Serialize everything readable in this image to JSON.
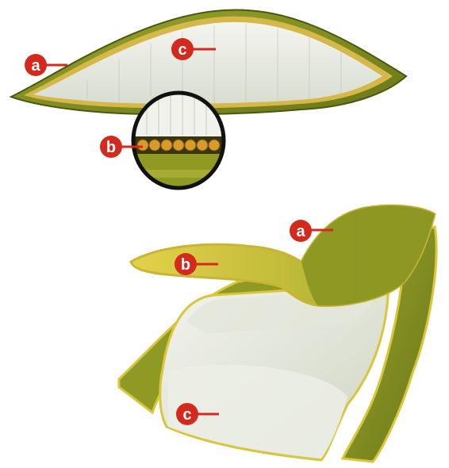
{
  "colors": {
    "rind": "#7f8a1e",
    "rind_dark": "#5e6a14",
    "rind_light": "#a9b23a",
    "edge_yellow": "#d9c63a",
    "gel": "#eef0e8",
    "gel_shade": "#d3d8c6",
    "label_red": "#d42a1e",
    "outline": "#1a1a1a"
  },
  "cross_section": {
    "labels": {
      "a": "a",
      "b": "b",
      "c": "c"
    }
  },
  "cutaway_3d": {
    "labels": {
      "a": "a",
      "b": "b",
      "c": "c"
    }
  }
}
